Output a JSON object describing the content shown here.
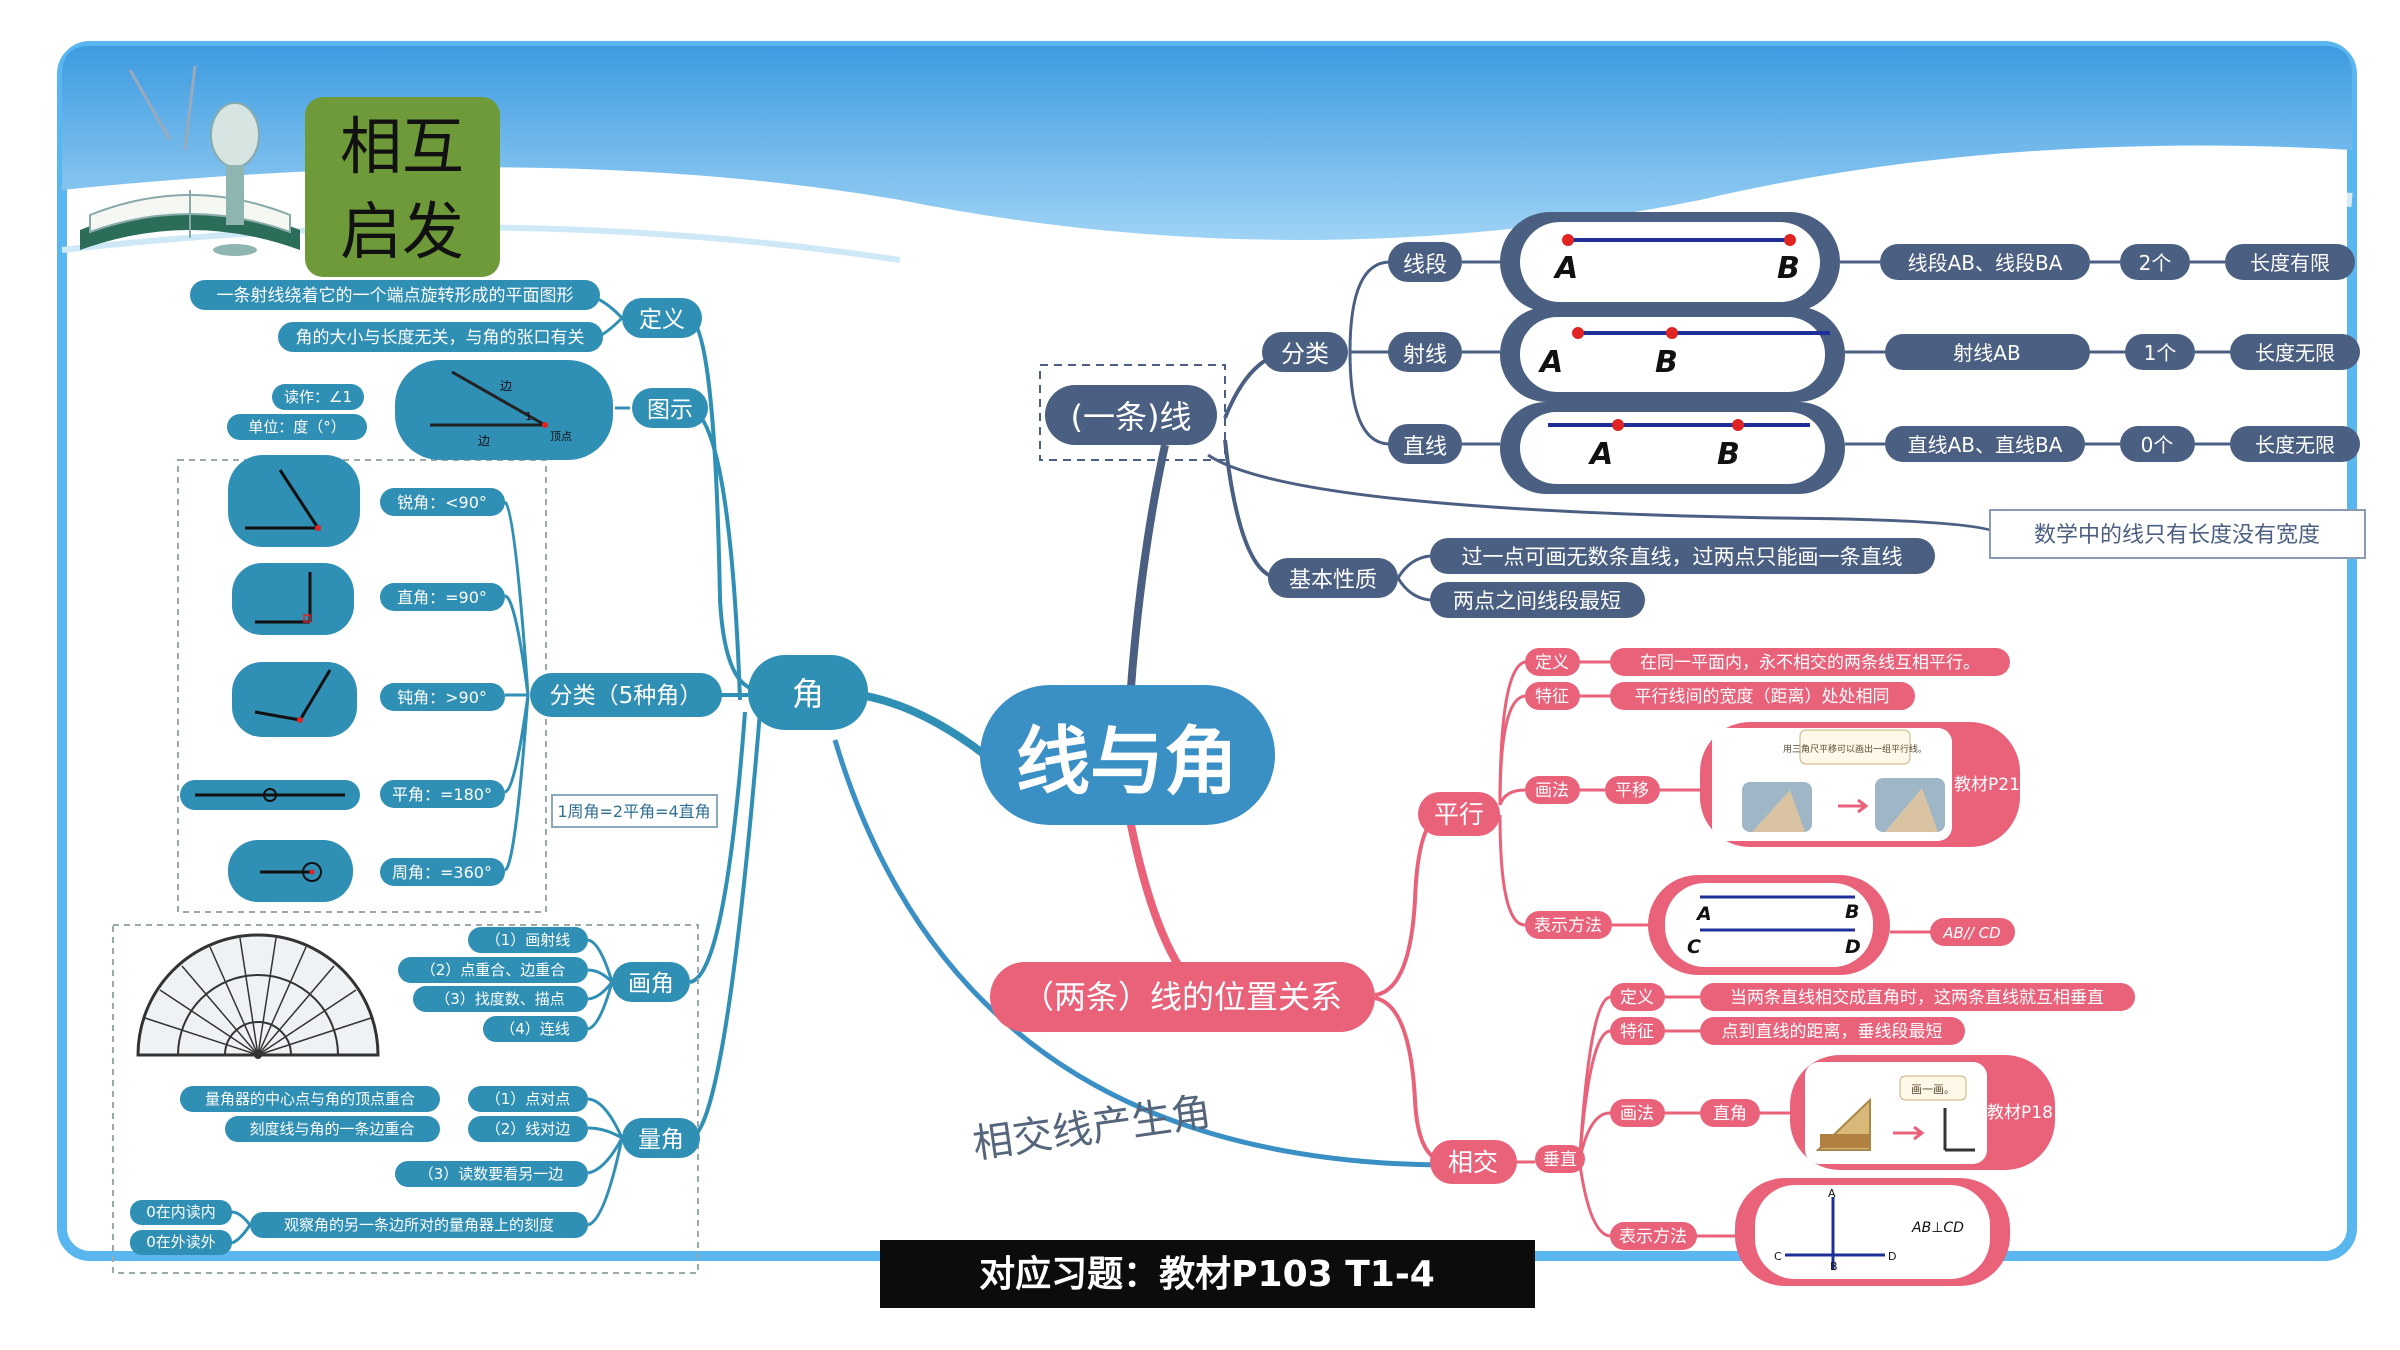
{
  "badge": {
    "line1": "相互",
    "line2": "启发"
  },
  "center": {
    "label": "线与角"
  },
  "line_branch": {
    "label": "(一条)线",
    "classify_label": "分类",
    "segment": {
      "label": "线段",
      "notation": "线段AB、线段BA",
      "count": "2个",
      "length": "长度有限",
      "point_a": "A",
      "point_b": "B"
    },
    "ray": {
      "label": "射线",
      "notation": "射线AB",
      "count": "1个",
      "length": "长度无限",
      "point_a": "A",
      "point_b": "B"
    },
    "straight": {
      "label": "直线",
      "notation": "直线AB、直线BA",
      "count": "0个",
      "length": "长度无限",
      "point_a": "A",
      "point_b": "B"
    },
    "note": "数学中的线只有长度没有宽度",
    "property_label": "基本性质",
    "property_1": "过一点可画无数条直线，过两点只能画一条直线",
    "property_2": "两点之间线段最短"
  },
  "relation_branch": {
    "label": "（两条）线的位置关系",
    "parallel": {
      "label": "平行",
      "def_label": "定义",
      "def_text": "在同一平面内，永不相交的两条线互相平行。",
      "feature_label": "特征",
      "feature_text": "平行线间的宽度（距离）处处相同",
      "draw_label": "画法",
      "draw_method": "平移",
      "draw_ref": "教材P21",
      "bubble_text": "用三角尺平移可以画出一组平行线。",
      "notation_label": "表示方法",
      "notation_text": "AB// CD",
      "pt_a": "A",
      "pt_b": "B",
      "pt_c": "C",
      "pt_d": "D"
    },
    "intersect": {
      "label": "相交",
      "perp_label": "垂直",
      "def_label": "定义",
      "def_text": "当两条直线相交成直角时，这两条直线就互相垂直",
      "feature_label": "特征",
      "feature_text": "点到直线的距离，垂线段最短",
      "draw_label": "画法",
      "draw_method": "直角",
      "draw_ref": "教材P18",
      "bubble_text": "画一画。",
      "notation_label": "表示方法",
      "notation_text": "AB⊥CD",
      "pt_a": "A",
      "pt_b": "B",
      "pt_c": "C",
      "pt_d": "D"
    },
    "handwritten": "相交线产生角"
  },
  "angle_branch": {
    "label": "角",
    "definition": {
      "label": "定义",
      "text_1": "一条射线绕着它的一个端点旋转形成的平面图形",
      "text_2": "角的大小与长度无关，与角的张口有关"
    },
    "figure": {
      "label": "图示",
      "read": "读作：∠1",
      "unit": "单位：度（°）",
      "side_1": "边",
      "side_2": "边",
      "vertex": "顶点",
      "angle_no": "1"
    },
    "classify": {
      "label": "分类（5种角）",
      "acute": "锐角：<90°",
      "right": "直角：=90°",
      "obtuse": "钝角：>90°",
      "straight": "平角：=180°",
      "round": "周角：=360°",
      "relation": "1周角=2平角=4直角"
    },
    "draw": {
      "label": "画角",
      "step_1": "（1）画射线",
      "step_2": "（2）点重合、边重合",
      "step_3": "（3）找度数、描点",
      "step_4": "（4）连线"
    },
    "measure": {
      "label": "量角",
      "step_1": "（1）点对点",
      "step_1_detail": "量角器的中心点与角的顶点重合",
      "step_2": "（2）线对边",
      "step_2_detail": "刻度线与角的一条边重合",
      "step_3": "（3）读数要看另一边",
      "step_3_detail": "观察角的另一条边所对的量角器上的刻度",
      "inner": "0在内读内",
      "outer": "0在外读外"
    }
  },
  "footer": {
    "text": "对应习题：教材P103  T1-4"
  },
  "colors": {
    "blue_main": "#3a8fc5",
    "slate": "#4a5f82",
    "pink": "#e9627a",
    "teal": "#2f8fb4",
    "badge_green": "#6e9a3a"
  }
}
